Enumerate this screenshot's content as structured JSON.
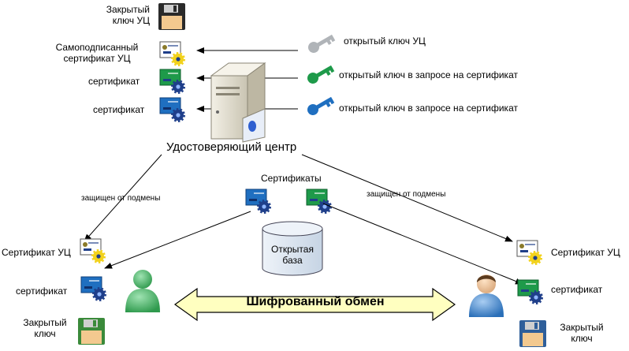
{
  "labels": {
    "ca_private_key": [
      "Закрытый",
      "ключ УЦ"
    ],
    "self_signed_cert": [
      "Самоподписанный",
      "сертификат УЦ"
    ],
    "cert": "сертификат",
    "ca_public_key": "открытый ключ УЦ",
    "public_key_request": "открытый ключ в запросе на сертификат",
    "ca_name": "Удостоверяющий центр",
    "certificates": "Сертификаты",
    "tamper_protected": "защищен от подмены",
    "open_db": [
      "Открытая",
      "база"
    ],
    "ca_cert": "Сертификат УЦ",
    "private_key": [
      "Закрытый",
      "ключ"
    ],
    "encrypted_exchange": "Шифрованный обмен"
  },
  "colors": {
    "gray_key": "#b0b4b8",
    "green": "#1e9a4a",
    "blue": "#1f6fc0",
    "arrow_band": "#ffffc0",
    "db_fill": "#dde7f2",
    "server": "#e7e3d5",
    "user_left": "#49c06a",
    "user_right": "#3f87d6"
  },
  "icons": [
    "floppy-icon",
    "certificate-icon",
    "key-icon",
    "server-icon",
    "database-icon",
    "user-icon"
  ]
}
